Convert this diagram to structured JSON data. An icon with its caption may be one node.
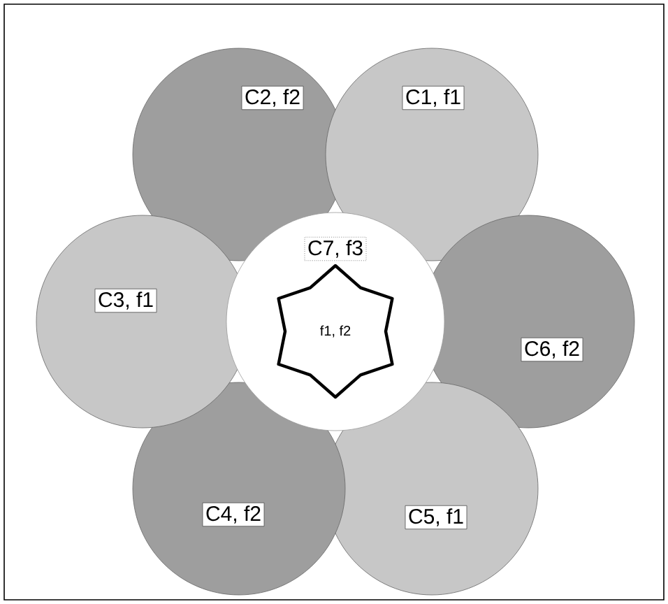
{
  "diagram": {
    "nodes": [
      {
        "text": [
          "C1, f1"
        ]
      },
      {
        "text": [
          "C2, f2"
        ]
      },
      {
        "text": [
          "C3, f1"
        ]
      },
      {
        "text": [
          "C4, f2"
        ]
      },
      {
        "text": [
          "C5, f1"
        ]
      },
      {
        "text": [
          "C6, f2"
        ]
      },
      {
        "text": [
          "C7, f3"
        ]
      },
      {
        "text": [
          "f1, f2"
        ],
        "in": 6
      }
    ]
  }
}
